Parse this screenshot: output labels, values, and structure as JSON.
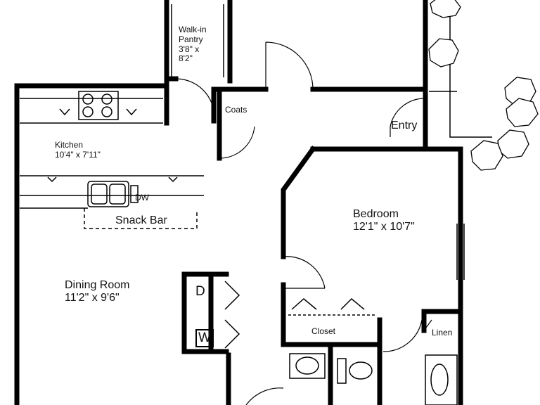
{
  "rooms": {
    "pantry": {
      "name": "Walk-in",
      "name2": "Pantry",
      "dim1": "3'8\" x",
      "dim2": "8'2\""
    },
    "coats": {
      "name": "Coats"
    },
    "entry": {
      "name": "Entry"
    },
    "kitchen": {
      "name": "Kitchen",
      "dim": "10'4\" x 7'11\""
    },
    "snack_bar": {
      "name": "Snack Bar"
    },
    "bedroom": {
      "name": "Bedroom",
      "dim": "12'1\" x 10'7\""
    },
    "dining": {
      "name": "Dining Room",
      "dim": "11'2\" x 9'6\""
    },
    "closet": {
      "name": "Closet"
    },
    "linen": {
      "name": "Linen"
    }
  },
  "appliances": {
    "dishwasher": "DW",
    "dryer": "D",
    "washer": "W"
  }
}
